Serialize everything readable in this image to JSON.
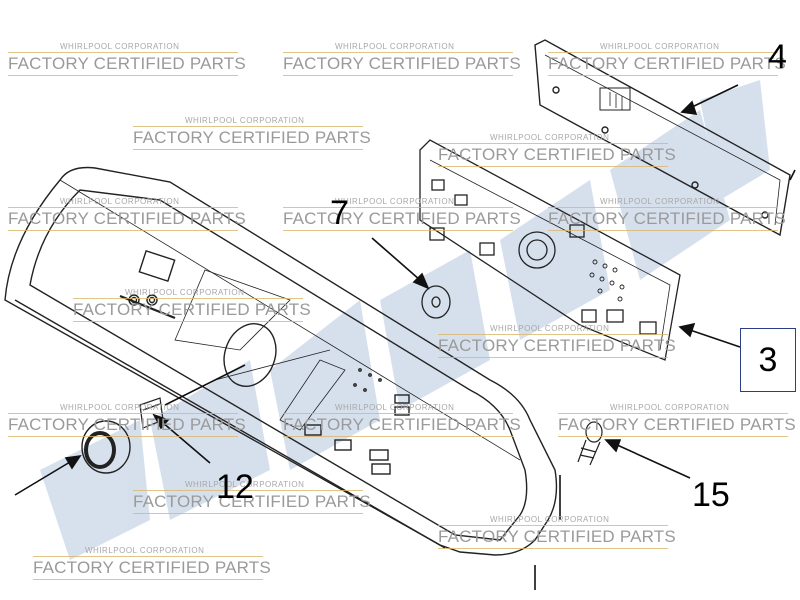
{
  "watermark": {
    "company": "WHIRLPOOL CORPORATION",
    "tagline": "FACTORY CERTIFIED PARTS"
  },
  "callouts": {
    "part_4": "4",
    "part_7": "7",
    "part_3": "3",
    "part_12": "12",
    "part_15": "15"
  },
  "colors": {
    "line_art": "#222222",
    "watermark_text": "#9a9a9a",
    "watermark_rule": "#d9b56a",
    "brand_stamp": "#6e92c2",
    "callout_box": "#2c3d8a"
  }
}
